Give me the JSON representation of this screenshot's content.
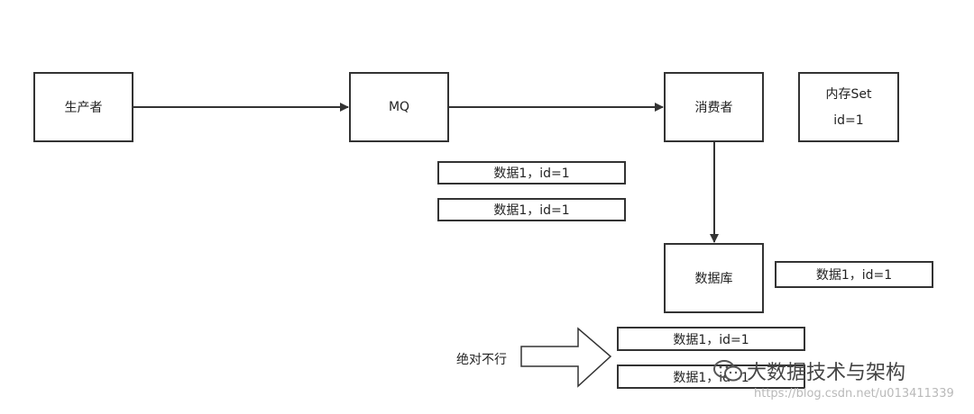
{
  "nodes": {
    "producer": "生产者",
    "mq": "MQ",
    "consumer": "消费者",
    "database": "数据库",
    "memory_set_title": "内存Set",
    "memory_set_value": "id=1"
  },
  "records": {
    "queue_1": "数据1，id=1",
    "queue_2": "数据1，id=1",
    "db_existing": "数据1，id=1",
    "db_insert_1": "数据1，id=1",
    "db_insert_2": "数据1，id=1"
  },
  "label_never": "绝对不行",
  "watermark": {
    "text": "大数据技术与架构",
    "url": "https://blog.csdn.net/u013411339"
  }
}
